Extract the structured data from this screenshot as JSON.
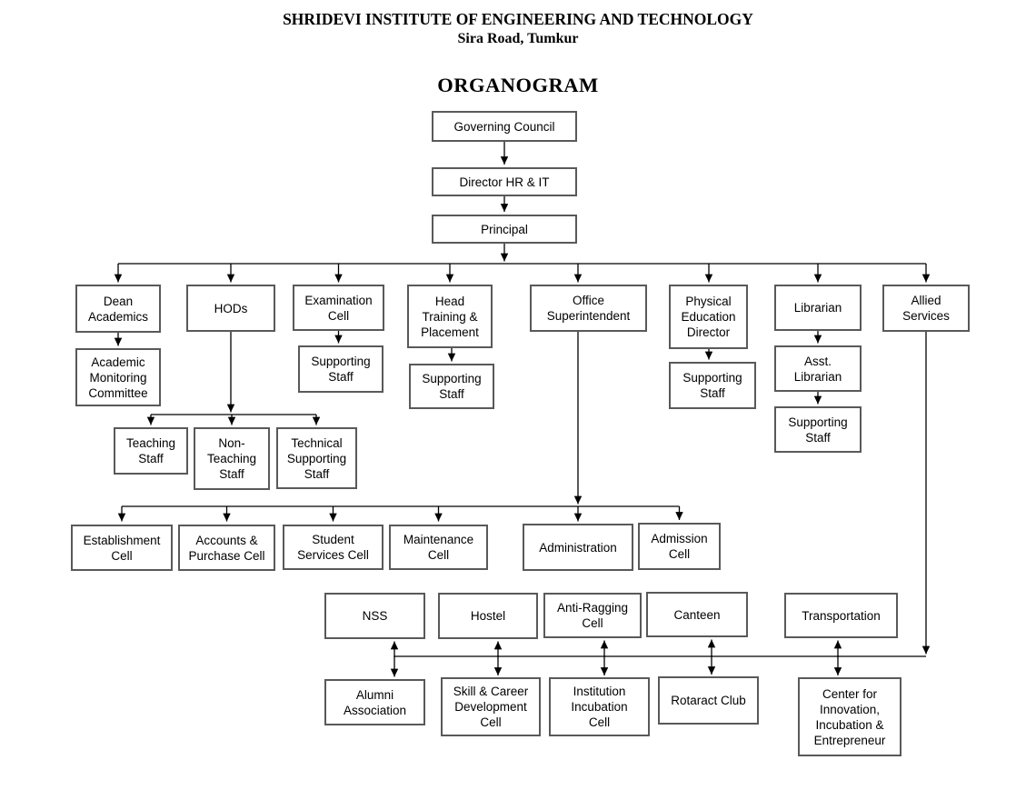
{
  "header": {
    "institute": "SHRIDEVI INSTITUTE OF ENGINEERING AND TECHNOLOGY",
    "address": "Sira Road, Tumkur",
    "title": "ORGANOGRAM"
  },
  "colors": {
    "background": "#ffffff",
    "box_border": "#595959",
    "connector_line": "#000000",
    "text": "#000000"
  },
  "nodes": {
    "governing_council": {
      "label": "Governing Council"
    },
    "director_hr_it": {
      "label": "Director HR & IT"
    },
    "principal": {
      "label": "Principal"
    },
    "dean_academics": {
      "label": "Dean\nAcademics"
    },
    "hods": {
      "label": "HODs"
    },
    "examination_cell": {
      "label": "Examination\nCell"
    },
    "head_training_placement": {
      "label": "Head\nTraining &\nPlacement"
    },
    "office_superintendent": {
      "label": "Office\nSuperintendent"
    },
    "physical_education_director": {
      "label": "Physical\nEducation\nDirector"
    },
    "librarian": {
      "label": "Librarian"
    },
    "allied_services": {
      "label": "Allied\nServices"
    },
    "academic_monitoring_committee": {
      "label": "Academic\nMonitoring\nCommittee"
    },
    "supporting_staff_examination": {
      "label": "Supporting\nStaff"
    },
    "supporting_staff_training_placement": {
      "label": "Supporting\nStaff"
    },
    "supporting_staff_physical_education": {
      "label": "Supporting\nStaff"
    },
    "asst_librarian": {
      "label": "Asst.\nLibrarian"
    },
    "supporting_staff_library": {
      "label": "Supporting\nStaff"
    },
    "teaching_staff": {
      "label": "Teaching\nStaff"
    },
    "non_teaching_staff": {
      "label": "Non-\nTeaching\nStaff"
    },
    "technical_supporting_staff": {
      "label": "Technical\nSupporting\nStaff"
    },
    "establishment_cell": {
      "label": "Establishment\nCell"
    },
    "accounts_purchase_cell": {
      "label": "Accounts &\nPurchase Cell"
    },
    "student_services_cell": {
      "label": "Student\nServices Cell"
    },
    "maintenance_cell": {
      "label": "Maintenance\nCell"
    },
    "administration": {
      "label": "Administration"
    },
    "admission_cell": {
      "label": "Admission\nCell"
    },
    "nss": {
      "label": "NSS"
    },
    "hostel": {
      "label": "Hostel"
    },
    "anti_ragging_cell": {
      "label": "Anti-Ragging\nCell"
    },
    "canteen": {
      "label": "Canteen"
    },
    "transportation": {
      "label": "Transportation"
    },
    "alumni_association": {
      "label": "Alumni\nAssociation"
    },
    "skill_career_development_cell": {
      "label": "Skill & Career\nDevelopment\nCell"
    },
    "institution_incubation_cell": {
      "label": "Institution\nIncubation\nCell"
    },
    "rotaract_club": {
      "label": "Rotaract Club"
    },
    "center_innovation_incubation_entrepreneur": {
      "label": "Center for\nInnovation,\nIncubation &\nEntrepreneur"
    }
  },
  "edges": [
    {
      "from": "governing_council",
      "to": "director_hr_it",
      "type": "arrow"
    },
    {
      "from": "director_hr_it",
      "to": "principal",
      "type": "arrow"
    },
    {
      "from": "principal",
      "to": [
        "dean_academics",
        "hods",
        "examination_cell",
        "head_training_placement",
        "office_superintendent",
        "physical_education_director",
        "librarian",
        "allied_services"
      ],
      "type": "arrow"
    },
    {
      "from": "dean_academics",
      "to": "academic_monitoring_committee",
      "type": "arrow"
    },
    {
      "from": "hods",
      "to": [
        "teaching_staff",
        "non_teaching_staff",
        "technical_supporting_staff"
      ],
      "type": "arrow"
    },
    {
      "from": "examination_cell",
      "to": "supporting_staff_examination",
      "type": "arrow"
    },
    {
      "from": "head_training_placement",
      "to": "supporting_staff_training_placement",
      "type": "arrow"
    },
    {
      "from": "office_superintendent",
      "to": [
        "establishment_cell",
        "accounts_purchase_cell",
        "student_services_cell",
        "maintenance_cell",
        "administration",
        "admission_cell"
      ],
      "type": "arrow"
    },
    {
      "from": "physical_education_director",
      "to": "supporting_staff_physical_education",
      "type": "arrow"
    },
    {
      "from": "librarian",
      "to": "asst_librarian",
      "type": "arrow"
    },
    {
      "from": "asst_librarian",
      "to": "supporting_staff_library",
      "type": "arrow"
    },
    {
      "from": "allied_services",
      "to": [
        "nss",
        "hostel",
        "anti_ragging_cell",
        "canteen",
        "transportation",
        "alumni_association",
        "skill_career_development_cell",
        "institution_incubation_cell",
        "rotaract_club",
        "center_innovation_incubation_entrepreneur"
      ],
      "type": "rail-arrow"
    },
    {
      "from": "nss",
      "to": "alumni_association",
      "type": "double-arrow"
    },
    {
      "from": "hostel",
      "to": "skill_career_development_cell",
      "type": "double-arrow"
    },
    {
      "from": "anti_ragging_cell",
      "to": "institution_incubation_cell",
      "type": "double-arrow"
    },
    {
      "from": "canteen",
      "to": "rotaract_club",
      "type": "double-arrow"
    },
    {
      "from": "transportation",
      "to": "center_innovation_incubation_entrepreneur",
      "type": "double-arrow"
    }
  ]
}
